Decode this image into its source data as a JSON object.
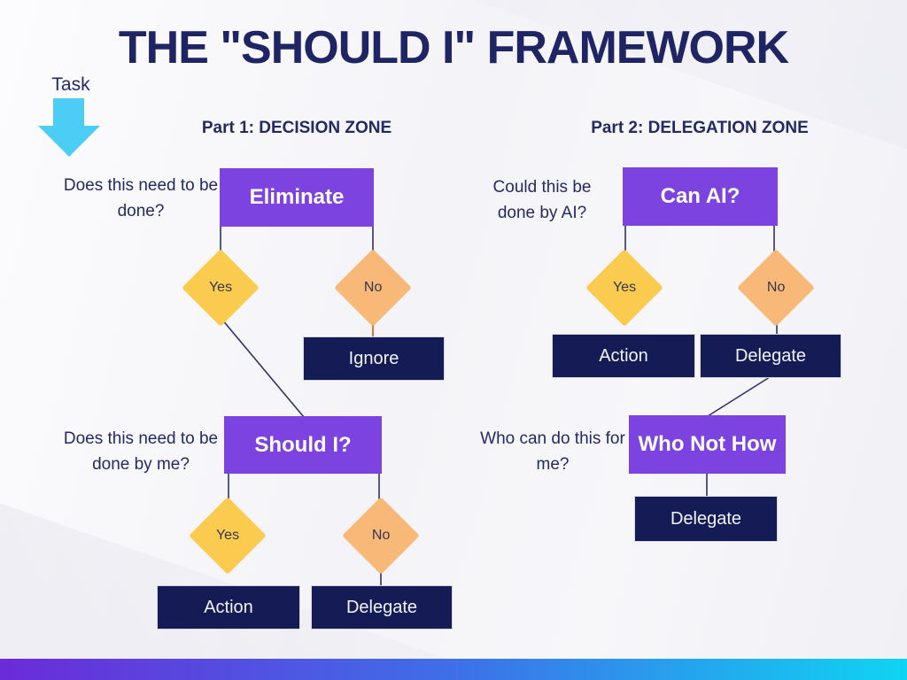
{
  "title": "THE \"SHOULD I\" FRAMEWORK",
  "task": {
    "label": "Task"
  },
  "colors": {
    "purple_box": "#7C43E0",
    "dark_box": "#151C55",
    "yellow_diamond": "#FBCB4F",
    "peach_diamond": "#F8B878",
    "text_navy": "#232A63",
    "title_navy": "#1E2464",
    "connector_navy": "#2E3166",
    "connector_orange": "#BE853E",
    "arrow_cyan": "#4BCDF5",
    "bar_gradient_left": "#6B2BD9",
    "bar_gradient_mid": "#3E6FE8",
    "bar_gradient_right": "#0FD4F2"
  },
  "part1": {
    "header": "Part 1: DECISION ZONE",
    "question1": "Does this need to be done?",
    "node_eliminate": "Eliminate",
    "diamond_yes_1": "Yes",
    "diamond_no_1": "No",
    "node_ignore": "Ignore",
    "question2": "Does this need to be done by me?",
    "node_should_i": "Should I?",
    "diamond_yes_2": "Yes",
    "diamond_no_2": "No",
    "node_action": "Action",
    "node_delegate": "Delegate"
  },
  "part2": {
    "header": "Part 2: DELEGATION ZONE",
    "question1": "Could this be done by AI?",
    "node_can_ai": "Can AI?",
    "diamond_yes": "Yes",
    "diamond_no": "No",
    "node_action": "Action",
    "node_delegate_top": "Delegate",
    "question2": "Who can do this for me?",
    "node_who_not_how": "Who Not How",
    "node_delegate_bottom": "Delegate"
  }
}
